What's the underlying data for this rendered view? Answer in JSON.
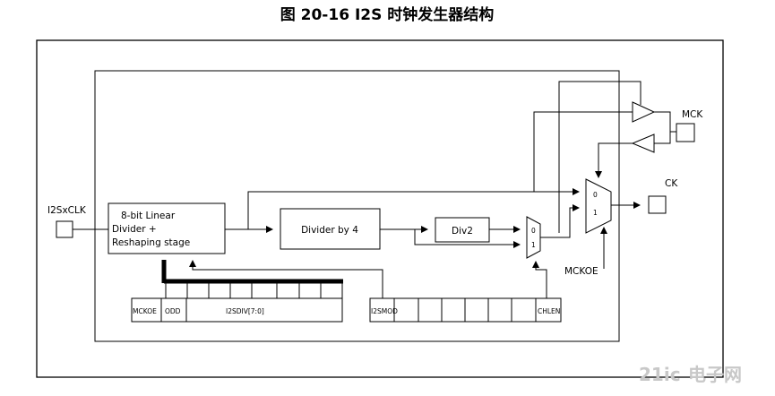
{
  "figure": {
    "title": "图 20-16 I2S 时钟发生器结构"
  },
  "signals": {
    "input_clock": "I2SxCLK",
    "mck": "MCK",
    "ck": "CK",
    "mckoe": "MCKOE"
  },
  "blocks": {
    "linear_divider": [
      "8-bit Linear",
      "Divider +",
      "Reshaping stage"
    ],
    "divider_by_4": "Divider by 4",
    "div2": "Div2"
  },
  "muxes": {
    "mux1": {
      "in0": "0",
      "in1": "1"
    },
    "mux2": {
      "in0": "0",
      "in1": "1"
    }
  },
  "registers": {
    "reg1_fields": [
      "MCKOE",
      "ODD",
      "I2SDIV[7:0]"
    ],
    "reg2_fields": [
      "I2SMOD",
      "CHLEN"
    ]
  },
  "watermark": {
    "brand": "21ic",
    "text": "电子网"
  }
}
